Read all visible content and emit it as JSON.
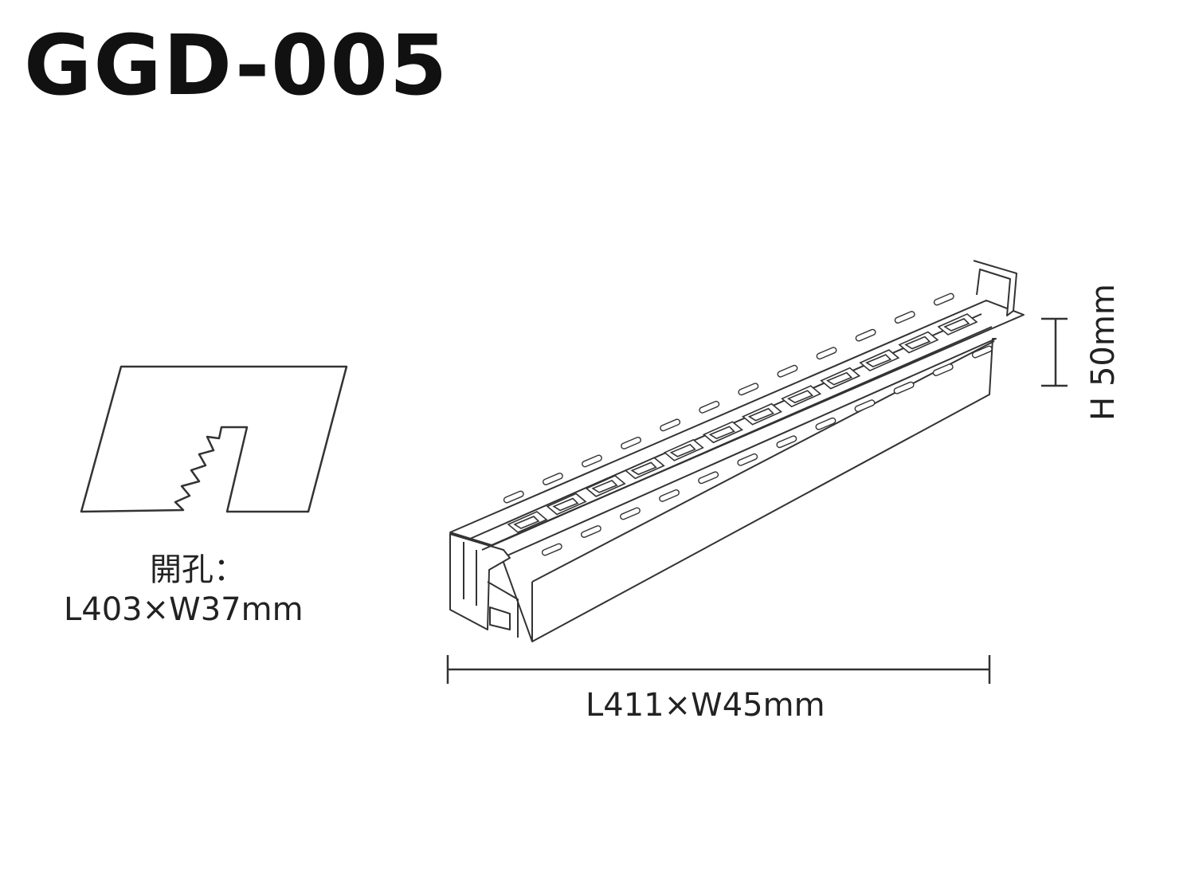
{
  "header": {
    "model": "GGD-005"
  },
  "cutout": {
    "caption": "開孔：",
    "size": "L403×W37mm"
  },
  "fixture": {
    "length_width": "L411×W45mm",
    "height": "H 50mm"
  },
  "colors": {
    "line": "#333333",
    "text": "#111111",
    "background": "#ffffff"
  }
}
